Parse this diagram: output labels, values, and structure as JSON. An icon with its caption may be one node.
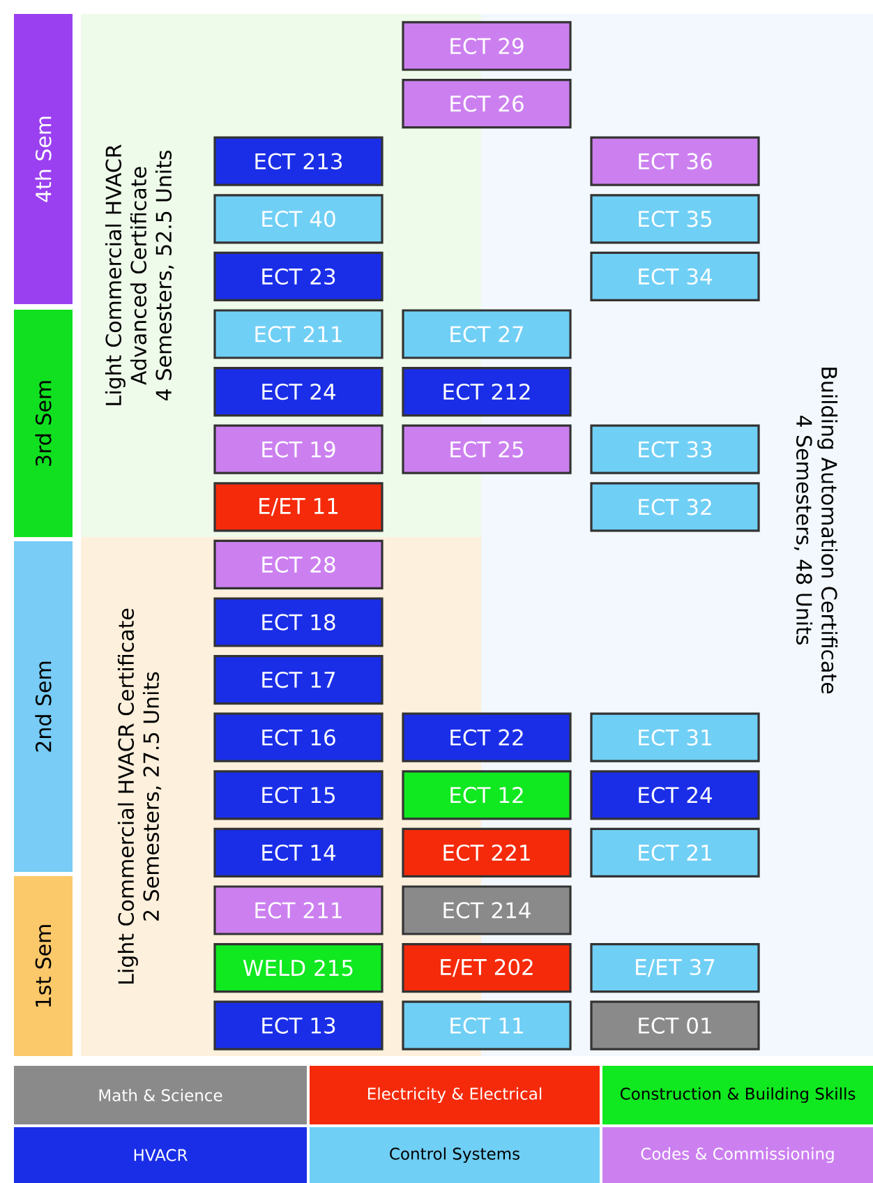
{
  "diagram": {
    "nodes": [
      {
        "text": [
          "4th Sem"
        ]
      },
      {
        "text": [
          "3rd Sem"
        ]
      },
      {
        "text": [
          "2nd Sem"
        ]
      },
      {
        "text": [
          "1st Sem"
        ]
      },
      {
        "text": [
          "Light Commercial HVACR Advanced Certificate",
          "4 Semesters, 52.5 Units"
        ]
      },
      {
        "text": [
          "Light Commercial HVACR Certificate",
          "2 Semesters, 27.5 Units"
        ]
      },
      {
        "text": [
          "Building Automation Certificate",
          "4 Semesters, 48 Units"
        ]
      },
      {
        "text": [
          "ECT 29"
        ]
      },
      {
        "text": [
          "ECT 26"
        ]
      },
      {
        "text": [
          "ECT 213"
        ],
        "in": 4
      },
      {
        "text": [
          "ECT 36"
        ],
        "in": 6
      },
      {
        "text": [
          "ECT 40"
        ],
        "in": 4
      },
      {
        "text": [
          "ECT 35"
        ],
        "in": 6
      },
      {
        "text": [
          "ECT 23"
        ],
        "in": 4
      },
      {
        "text": [
          "ECT 34"
        ],
        "in": 6
      },
      {
        "text": [
          "ECT 211"
        ],
        "in": 4
      },
      {
        "text": [
          "ECT 27"
        ]
      },
      {
        "text": [
          "ECT 24"
        ],
        "in": 4
      },
      {
        "text": [
          "ECT 212"
        ]
      },
      {
        "text": [
          "ECT 19"
        ],
        "in": 4
      },
      {
        "text": [
          "ECT 25"
        ]
      },
      {
        "text": [
          "ECT 33"
        ],
        "in": 6
      },
      {
        "text": [
          "E/ET 11"
        ],
        "in": 4
      },
      {
        "text": [
          "ECT 32"
        ],
        "in": 6
      },
      {
        "text": [
          "ECT 28"
        ],
        "in": 5
      },
      {
        "text": [
          "ECT 18"
        ],
        "in": 5
      },
      {
        "text": [
          "ECT 17"
        ],
        "in": 5
      },
      {
        "text": [
          "ECT 16"
        ],
        "in": 5
      },
      {
        "text": [
          "ECT 22"
        ]
      },
      {
        "text": [
          "ECT 31"
        ],
        "in": 6
      },
      {
        "text": [
          "ECT 15"
        ],
        "in": 5
      },
      {
        "text": [
          "ECT 12"
        ]
      },
      {
        "text": [
          "ECT 24"
        ],
        "in": 6
      },
      {
        "text": [
          "ECT 14"
        ],
        "in": 5
      },
      {
        "text": [
          "ECT 221"
        ]
      },
      {
        "text": [
          "ECT 21"
        ],
        "in": 6
      },
      {
        "text": [
          "ECT 211"
        ],
        "in": 5
      },
      {
        "text": [
          "ECT 214"
        ]
      },
      {
        "text": [
          "WELD 215"
        ],
        "in": 5
      },
      {
        "text": [
          "E/ET 202"
        ]
      },
      {
        "text": [
          "E/ET 37"
        ],
        "in": 6
      },
      {
        "text": [
          "ECT 13"
        ],
        "in": 5
      },
      {
        "text": [
          "ECT 11"
        ]
      },
      {
        "text": [
          "ECT 01"
        ],
        "in": 6
      }
    ],
    "legend": [
      {
        "text": "Math & Science",
        "color": "#8a8a8a"
      },
      {
        "text": "Electricity & Electrical",
        "color": "#f52a0a"
      },
      {
        "text": "Construction & Building Skills",
        "color": "#10e820"
      },
      {
        "text": "HVACR",
        "color": "#1a2ee8"
      },
      {
        "text": "Control Systems",
        "color": "#70cff5"
      },
      {
        "text": "Codes & Commissioning",
        "color": "#cc80f0"
      }
    ]
  }
}
